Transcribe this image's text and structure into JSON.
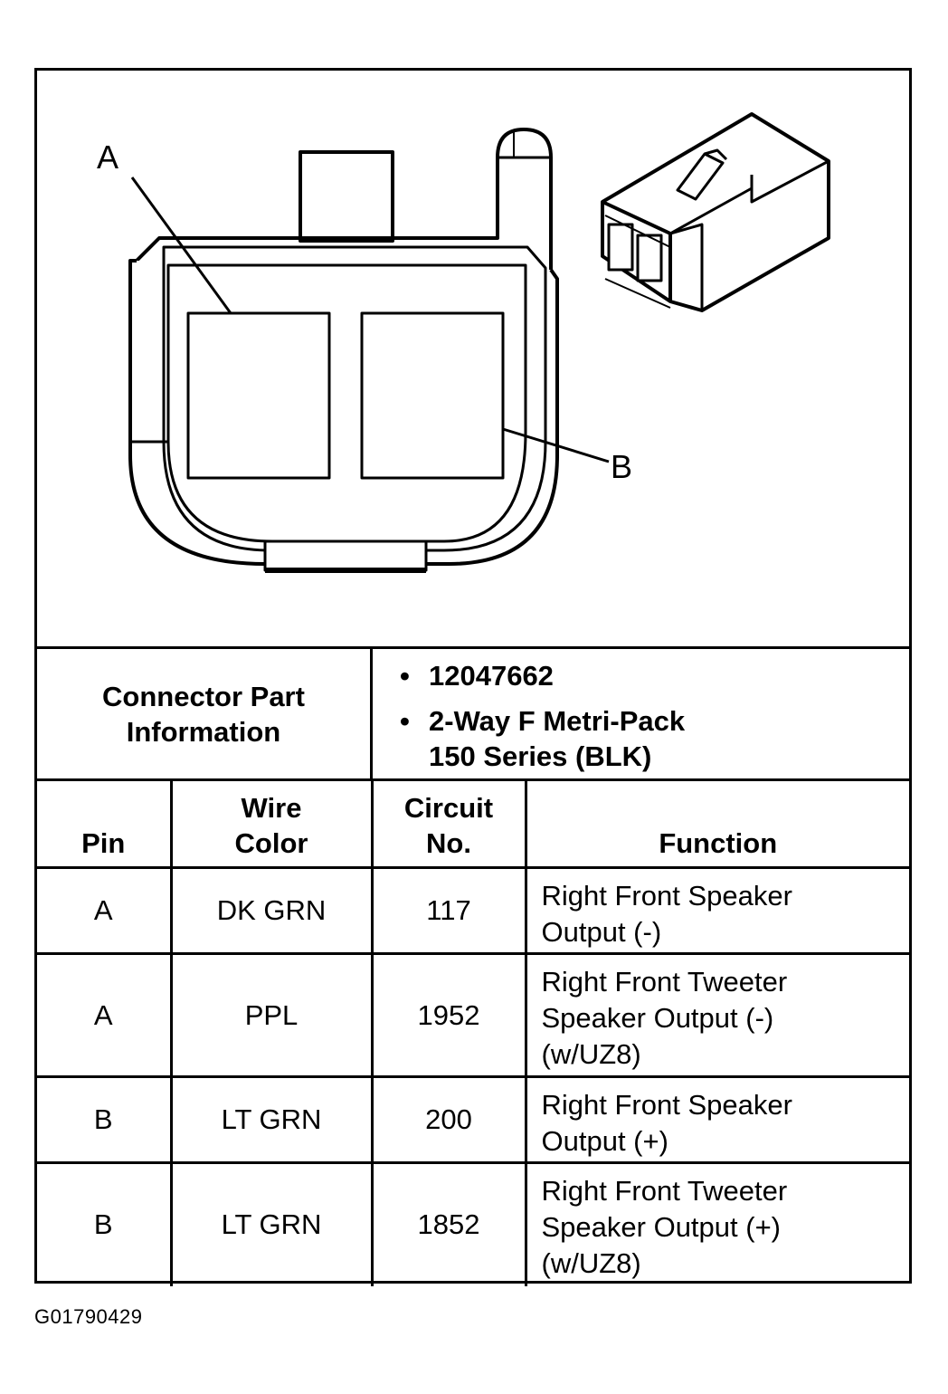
{
  "diagram": {
    "label_a": "A",
    "label_b": "B"
  },
  "connector_info": {
    "label": "Connector Part Information",
    "part_number": "12047662",
    "description_line1": "2-Way F Metri-Pack",
    "description_line2": "150 Series (BLK)"
  },
  "table": {
    "headers": {
      "pin": "Pin",
      "wire_color": "Wire Color",
      "circuit": "Circuit No.",
      "function": "Function"
    },
    "rows": [
      {
        "pin": "A",
        "wire_color": "DK GRN",
        "circuit": "117",
        "function": "Right Front Speaker Output (-)"
      },
      {
        "pin": "A",
        "wire_color": "PPL",
        "circuit": "1952",
        "function": "Right Front Tweeter Speaker Output (-) (w/UZ8)"
      },
      {
        "pin": "B",
        "wire_color": "LT GRN",
        "circuit": "200",
        "function": "Right Front Speaker Output (+)"
      },
      {
        "pin": "B",
        "wire_color": "LT GRN",
        "circuit": "1852",
        "function": "Right Front Tweeter Speaker Output (+) (w/UZ8)"
      }
    ]
  },
  "figure_id": "G01790429"
}
